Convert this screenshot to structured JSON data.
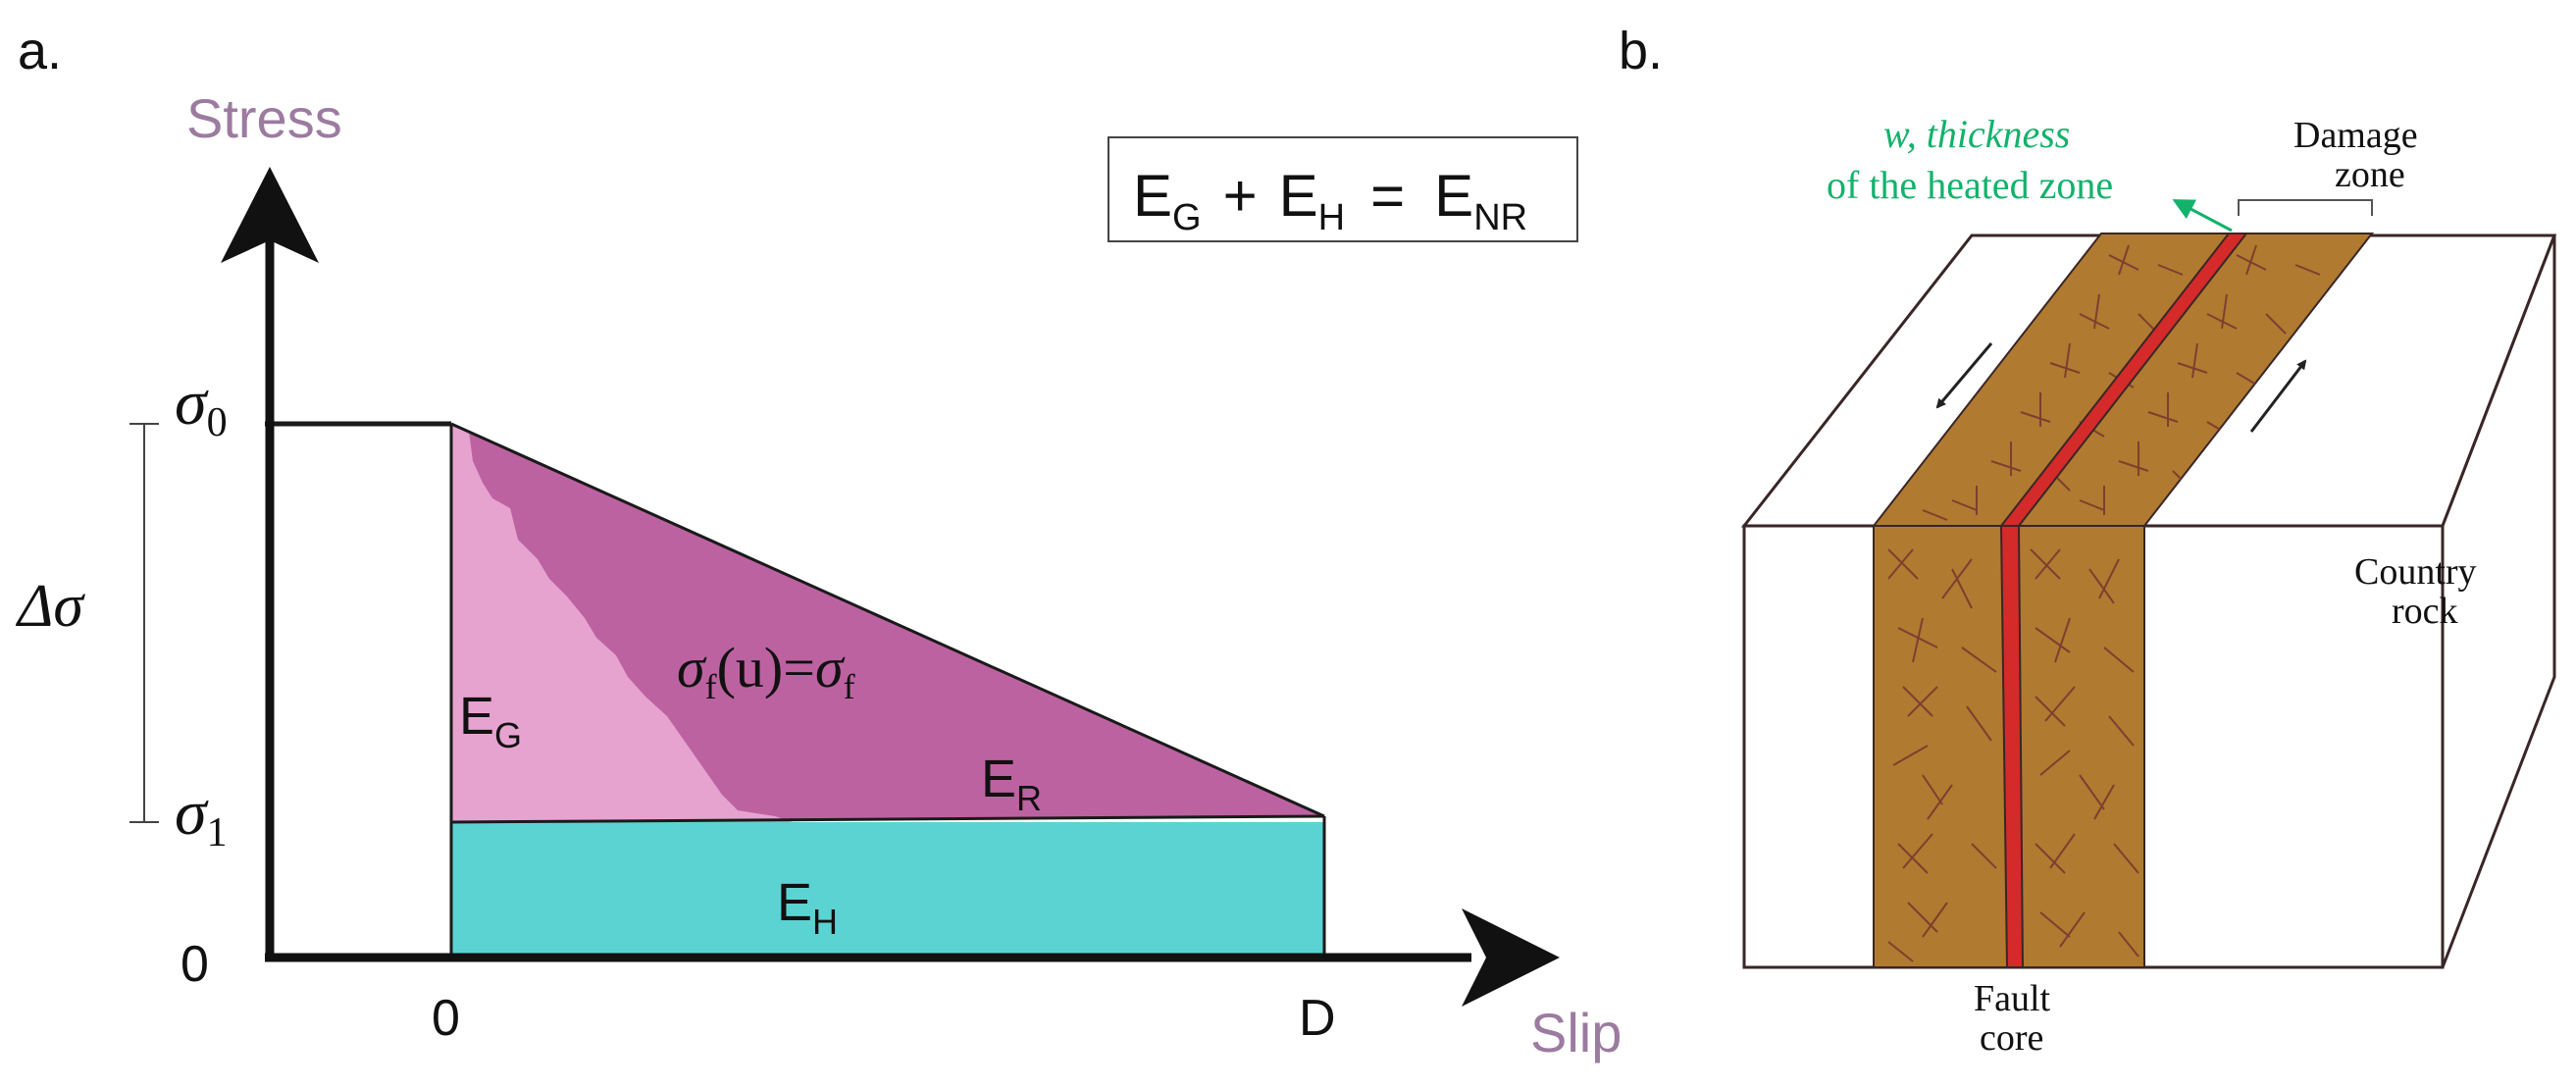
{
  "panel_a": {
    "label": "a.",
    "y_axis_label": "Stress",
    "x_axis_label": "Slip",
    "equation": {
      "eg": "E",
      "eg_sub": "G",
      "plus": "+",
      "eh": "E",
      "eh_sub": "H",
      "equals": "=",
      "enr": "E",
      "enr_sub": "NR"
    },
    "sigma0": {
      "main": "σ",
      "sub": "0"
    },
    "sigma1": {
      "main": "σ",
      "sub": "1"
    },
    "delta_sigma": "Δσ",
    "y_zero": "0",
    "x_zero": "0",
    "x_end": "D",
    "friction_label": {
      "s1": "σ",
      "sub1": "f",
      "mid": "(u)=",
      "s2": "σ",
      "sub2": "f"
    },
    "region_eg": {
      "main": "E",
      "sub": "G"
    },
    "region_er": {
      "main": "E",
      "sub": "R"
    },
    "region_eh": {
      "main": "E",
      "sub": "H"
    },
    "colors": {
      "light_pink": "#e7a3d0",
      "magenta": "#bd62a1",
      "teal": "#5bd3d3",
      "axis_label": "#9c7ba0"
    }
  },
  "panel_b": {
    "label": "b.",
    "heated_zone_1": "w, thickness",
    "heated_zone_2": "of the heated zone",
    "damage_zone_1": "Damage",
    "damage_zone_2": "zone",
    "country_rock_1": "Country",
    "country_rock_2": "rock",
    "fault_core_1": "Fault",
    "fault_core_2": "core",
    "colors": {
      "damage": "#b07a30",
      "core": "#d42a2a",
      "heated_label": "#12b26b",
      "crack": "#7e3f2f"
    }
  }
}
